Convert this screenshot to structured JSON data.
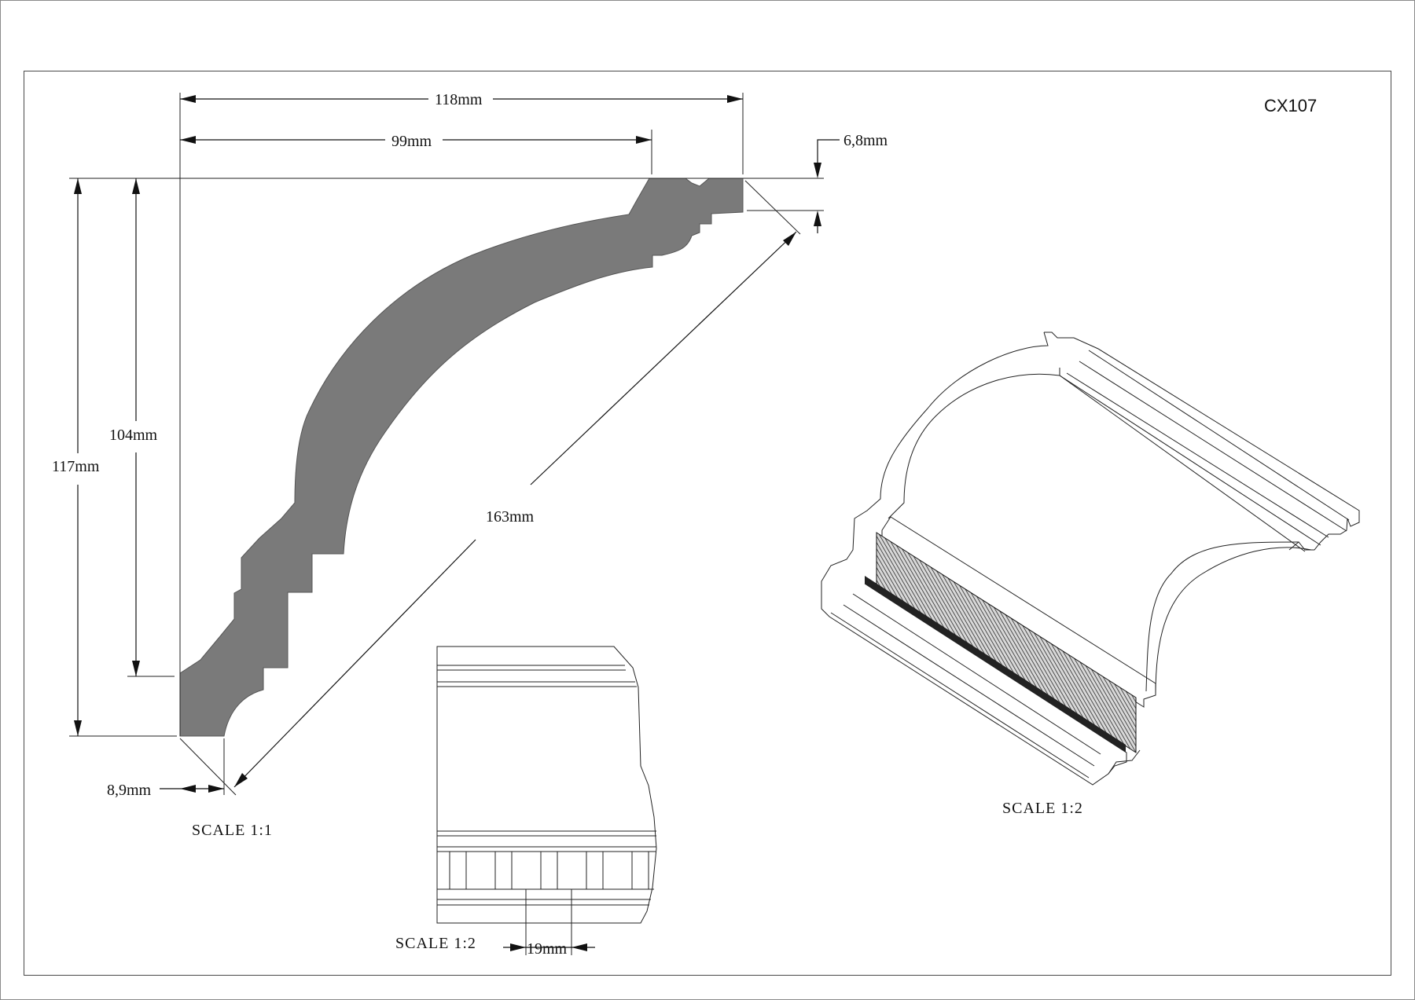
{
  "drawing_code": "CX107",
  "profile_view": {
    "scale_label": "SCALE  1:1",
    "dimensions": {
      "overall_width": "118mm",
      "top_width": "99mm",
      "top_step": "6,8mm",
      "overall_height": "117mm",
      "inner_height": "104mm",
      "diagonal": "163mm",
      "bottom_step": "8,9mm"
    },
    "profile_color": "#7a7a7a"
  },
  "front_view": {
    "scale_label": "SCALE  1:2",
    "dentil_spacing": "19mm"
  },
  "perspective_view": {
    "scale_label": "SCALE  1:2"
  }
}
